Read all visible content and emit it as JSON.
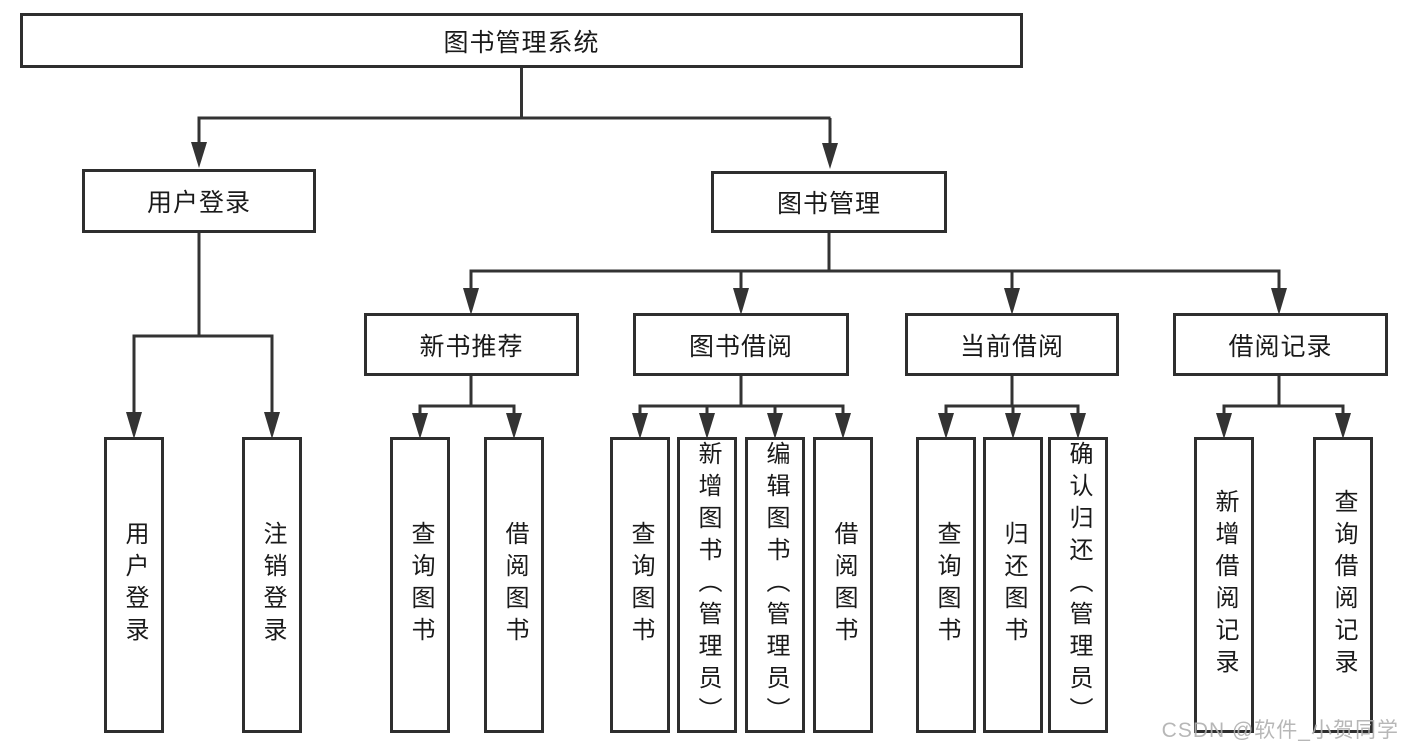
{
  "diagram": {
    "title": "图书管理系统",
    "root": {
      "label": "图书管理系统"
    },
    "branches": [
      {
        "label": "用户登录",
        "children": [
          {
            "label": "用户登录"
          },
          {
            "label": "注销登录"
          }
        ]
      },
      {
        "label": "图书管理",
        "modules": [
          {
            "label": "新书推荐",
            "children": [
              {
                "label": "查询图书"
              },
              {
                "label": "借阅图书"
              }
            ]
          },
          {
            "label": "图书借阅",
            "children": [
              {
                "label": "查询图书"
              },
              {
                "label": "新增图书（管理员）"
              },
              {
                "label": "编辑图书（管理员）"
              },
              {
                "label": "借阅图书"
              }
            ]
          },
          {
            "label": "当前借阅",
            "children": [
              {
                "label": "查询图书"
              },
              {
                "label": "归还图书"
              },
              {
                "label": "确认归还（管理员）"
              }
            ]
          },
          {
            "label": "借阅记录",
            "children": [
              {
                "label": "新增借阅记录"
              },
              {
                "label": "查询借阅记录"
              }
            ]
          }
        ]
      }
    ]
  },
  "watermark": {
    "text": "CSDN @软件_小贺同学"
  },
  "colors": {
    "line": "#333333",
    "box_border": "#2e2e2e",
    "text": "#1a1a1a",
    "background": "#ffffff",
    "watermark": "#afafaf"
  }
}
